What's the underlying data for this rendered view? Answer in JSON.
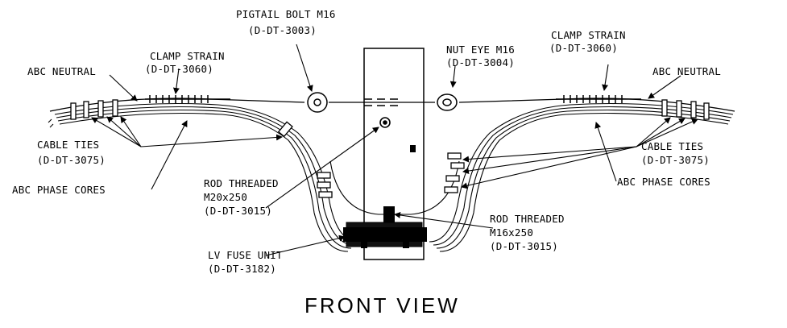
{
  "labels": {
    "pigtail_bolt": [
      "PIGTAIL BOLT M16",
      "(D-DT-3003)"
    ],
    "nut_eye": [
      "NUT EYE M16",
      "(D-DT-3004)"
    ],
    "clamp_strain_left": [
      "CLAMP STRAIN",
      "(D-DT-3060)"
    ],
    "clamp_strain_right": [
      "CLAMP STRAIN",
      "(D-DT-3060)"
    ],
    "abc_neutral_left": "ABC NEUTRAL",
    "abc_neutral_right": "ABC NEUTRAL",
    "cable_ties_left": [
      "CABLE TIES",
      "(D-DT-3075)"
    ],
    "cable_ties_right": [
      "CABLE TIES",
      "(D-DT-3075)"
    ],
    "abc_phase_cores_left": "ABC PHASE CORES",
    "abc_phase_cores_right": "ABC PHASE CORES",
    "rod_threaded_m20": [
      "ROD THREADED",
      "M20x250",
      "(D-DT-3015)"
    ],
    "rod_threaded_m16": [
      "ROD THREADED",
      "M16x250",
      "(D-DT-3015)"
    ],
    "lv_fuse_unit": [
      "LV FUSE UNIT",
      "(D-DT-3182)"
    ]
  },
  "view_title": "FRONT VIEW"
}
